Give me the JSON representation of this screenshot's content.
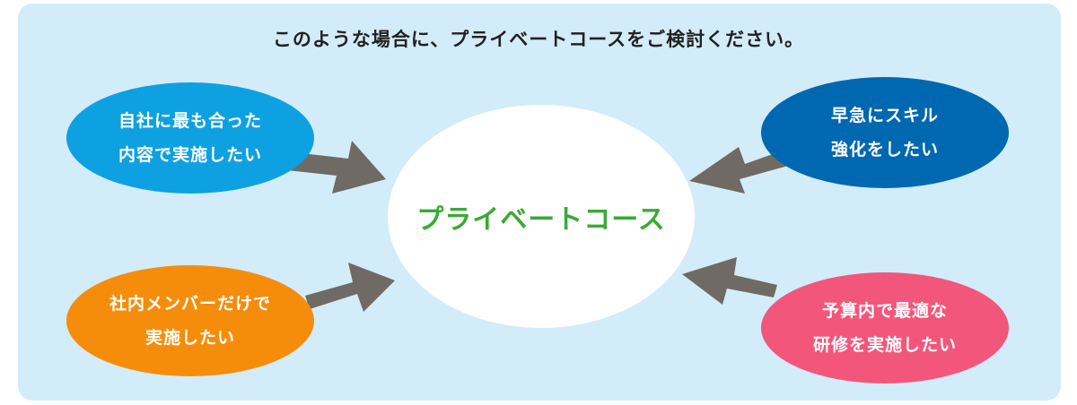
{
  "heading": "このような場合に、プライベートコースをご検討ください。",
  "center_label": "プライベートコース",
  "bubbles": {
    "top_left": {
      "line1": "自社に最も合った",
      "line2": "内容で実施したい",
      "color": "#0ea1e1"
    },
    "top_right": {
      "line1": "早急にスキル",
      "line2": "強化をしたい",
      "color": "#0068b0"
    },
    "bottom_left": {
      "line1": "社内メンバーだけで",
      "line2": "実施したい",
      "color": "#f68d0a"
    },
    "bottom_right": {
      "line1": "予算内で最適な",
      "line2": "研修を実施したい",
      "color": "#f3567b"
    }
  },
  "arrow_color": "#6f6a63"
}
